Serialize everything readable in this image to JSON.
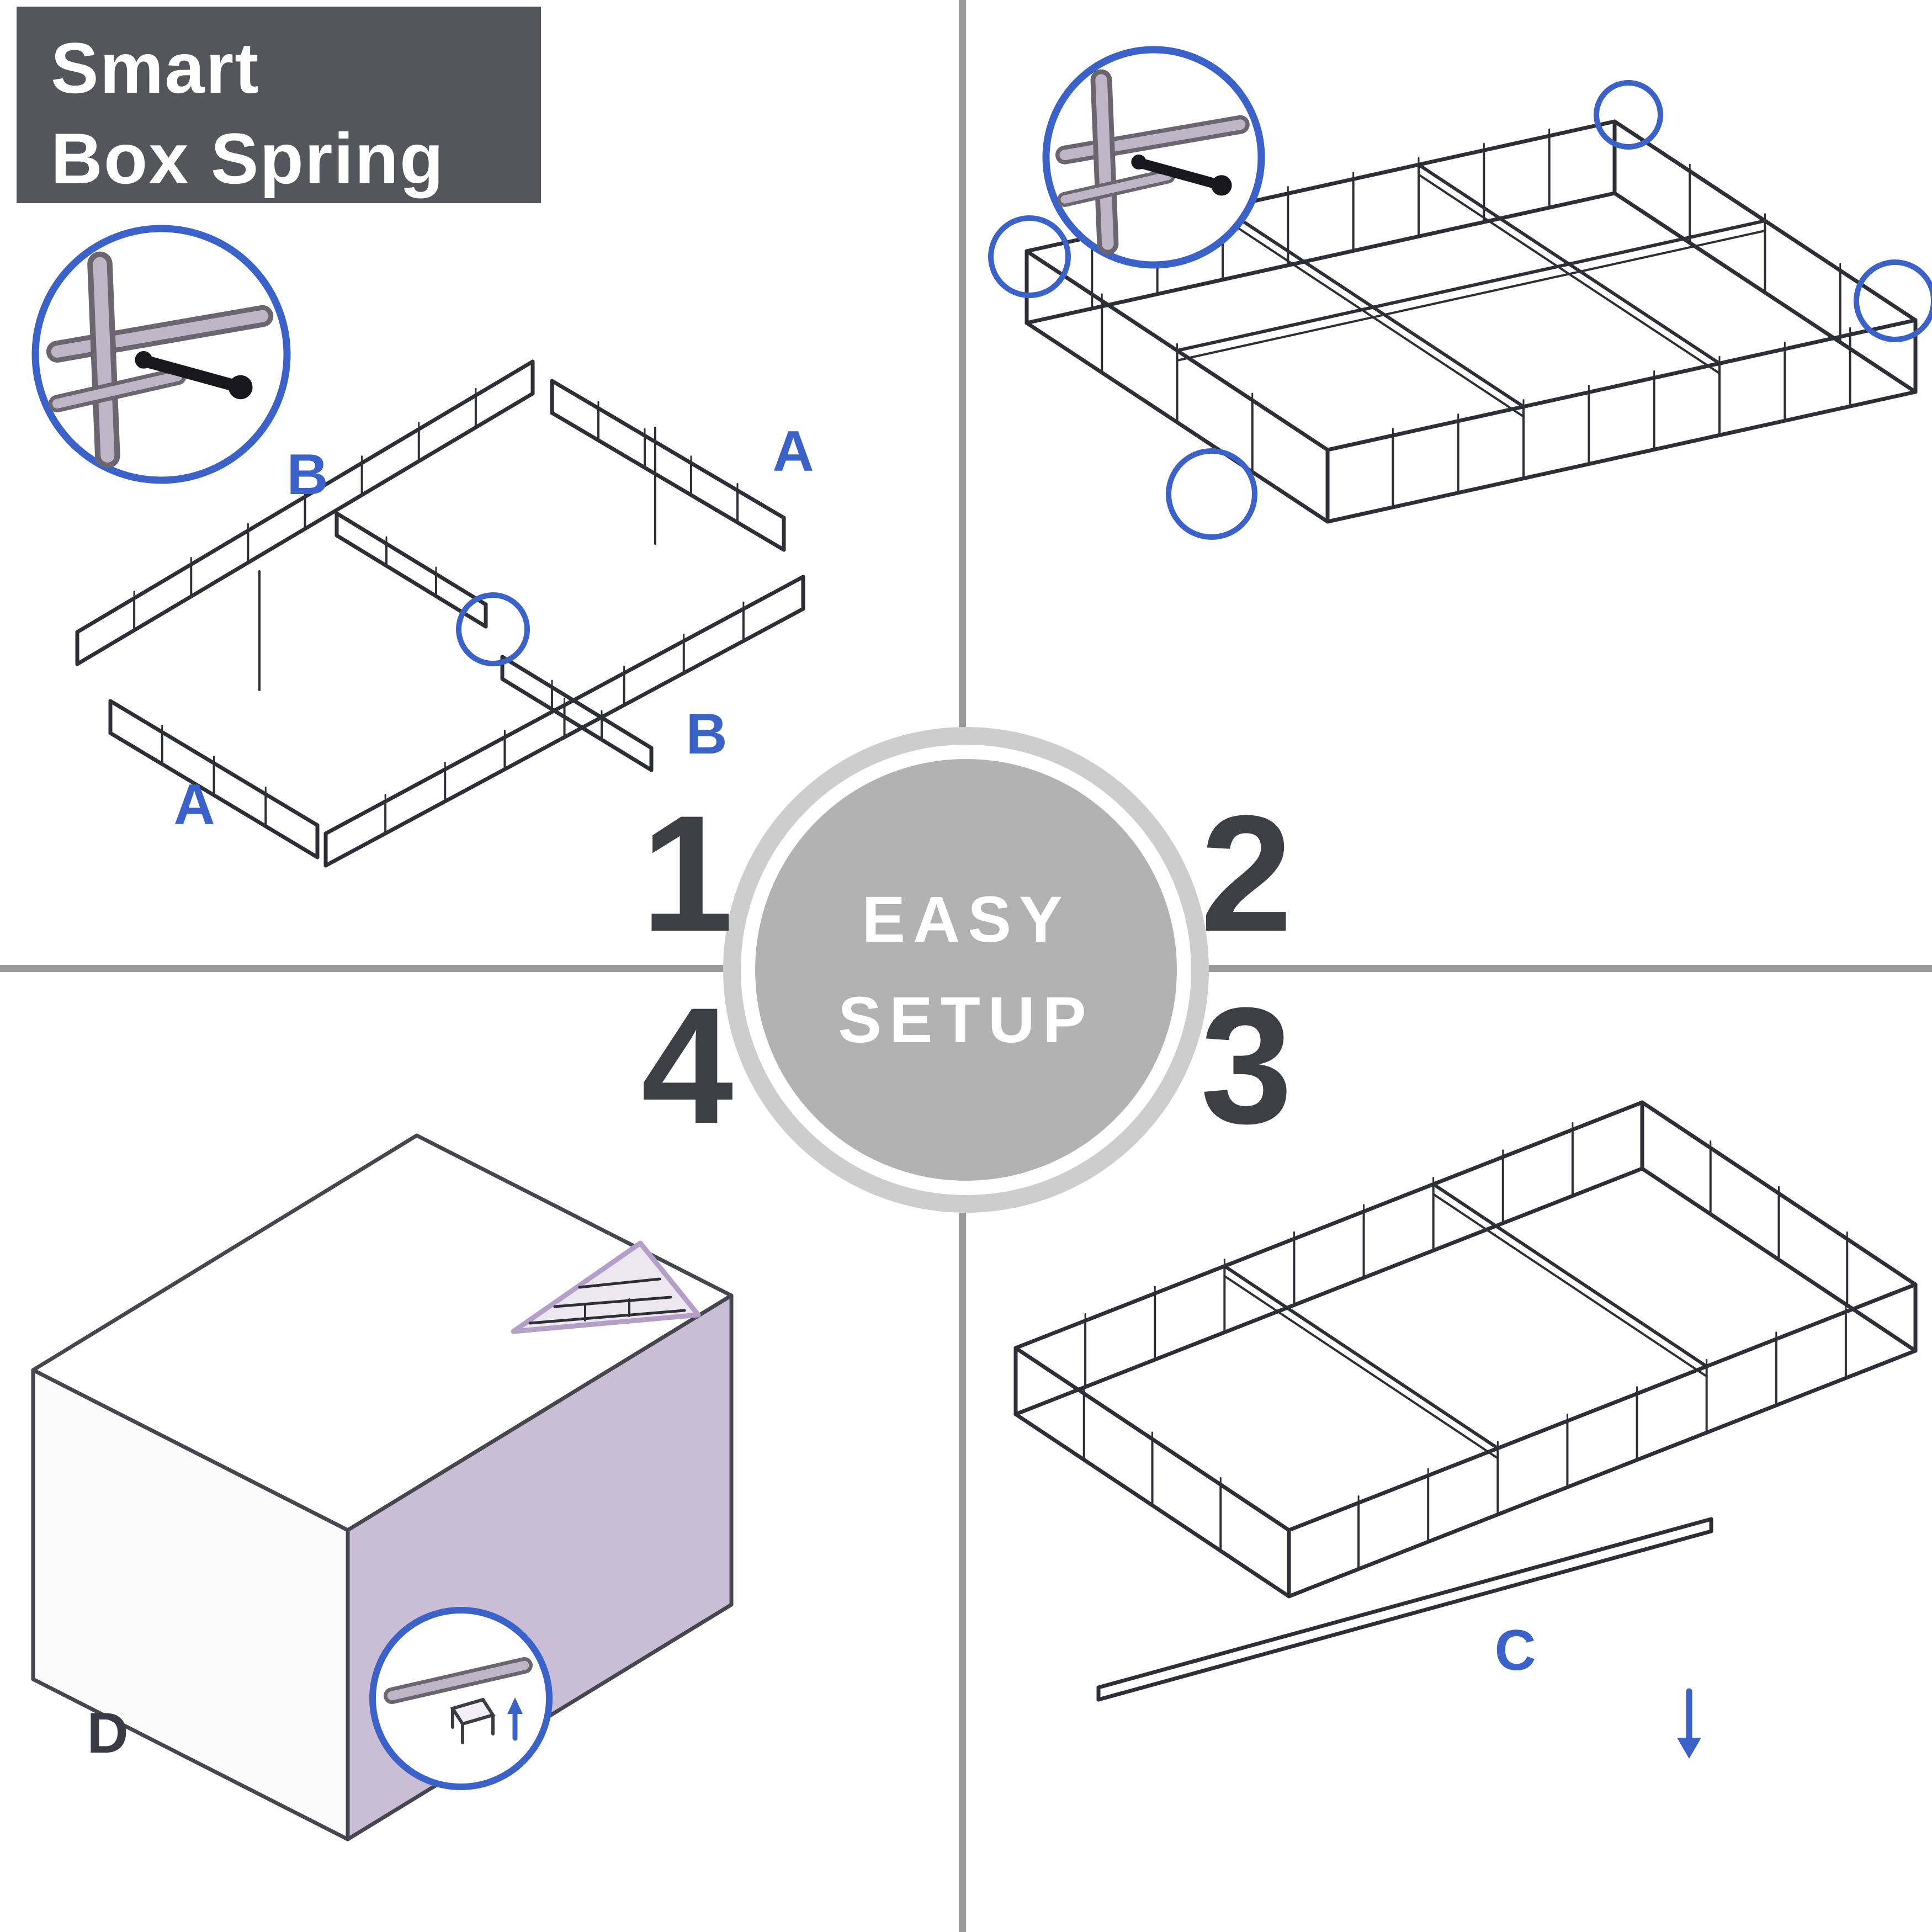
{
  "title": {
    "line1": "Smart",
    "line2": "Box Spring"
  },
  "badge": {
    "line1": "EASY",
    "line2": "SETUP"
  },
  "steps": [
    {
      "number": "1",
      "description": "frame-halves-exploded"
    },
    {
      "number": "2",
      "description": "frame-assembled-corners-highlighted"
    },
    {
      "number": "3",
      "description": "insert-center-rail"
    },
    {
      "number": "4",
      "description": "fabric-cover-installed"
    }
  ],
  "part_labels": {
    "b_top": "B",
    "a_top": "A",
    "a_bottom": "A",
    "b_bottom": "B",
    "c": "C",
    "d": "D"
  },
  "annotations": {
    "zoom_details": [
      "wing-bolt-closeup-step1",
      "wing-bolt-closeup-step2",
      "corner-bracket-closeup-step4"
    ],
    "highlight_circles_step2": 4,
    "connection_circle_step1": 1,
    "insert_arrow_step3": "down"
  },
  "colors": {
    "accent_blue": "#3a62c8",
    "dark_text": "#3e3e45",
    "title_bg": "#55555c",
    "title_text": "#ffffff",
    "badge_fill": "#b2b2b2",
    "badge_ring": "#ffffff",
    "badge_halo": "#cdcdcd",
    "divider": "#9a9a9a",
    "frame_line": "#2e2e36",
    "beam_dark": "#6b6570",
    "beam_light": "#beb5c6",
    "bolt_black": "#17171d",
    "lavender": "#c9bed6"
  }
}
